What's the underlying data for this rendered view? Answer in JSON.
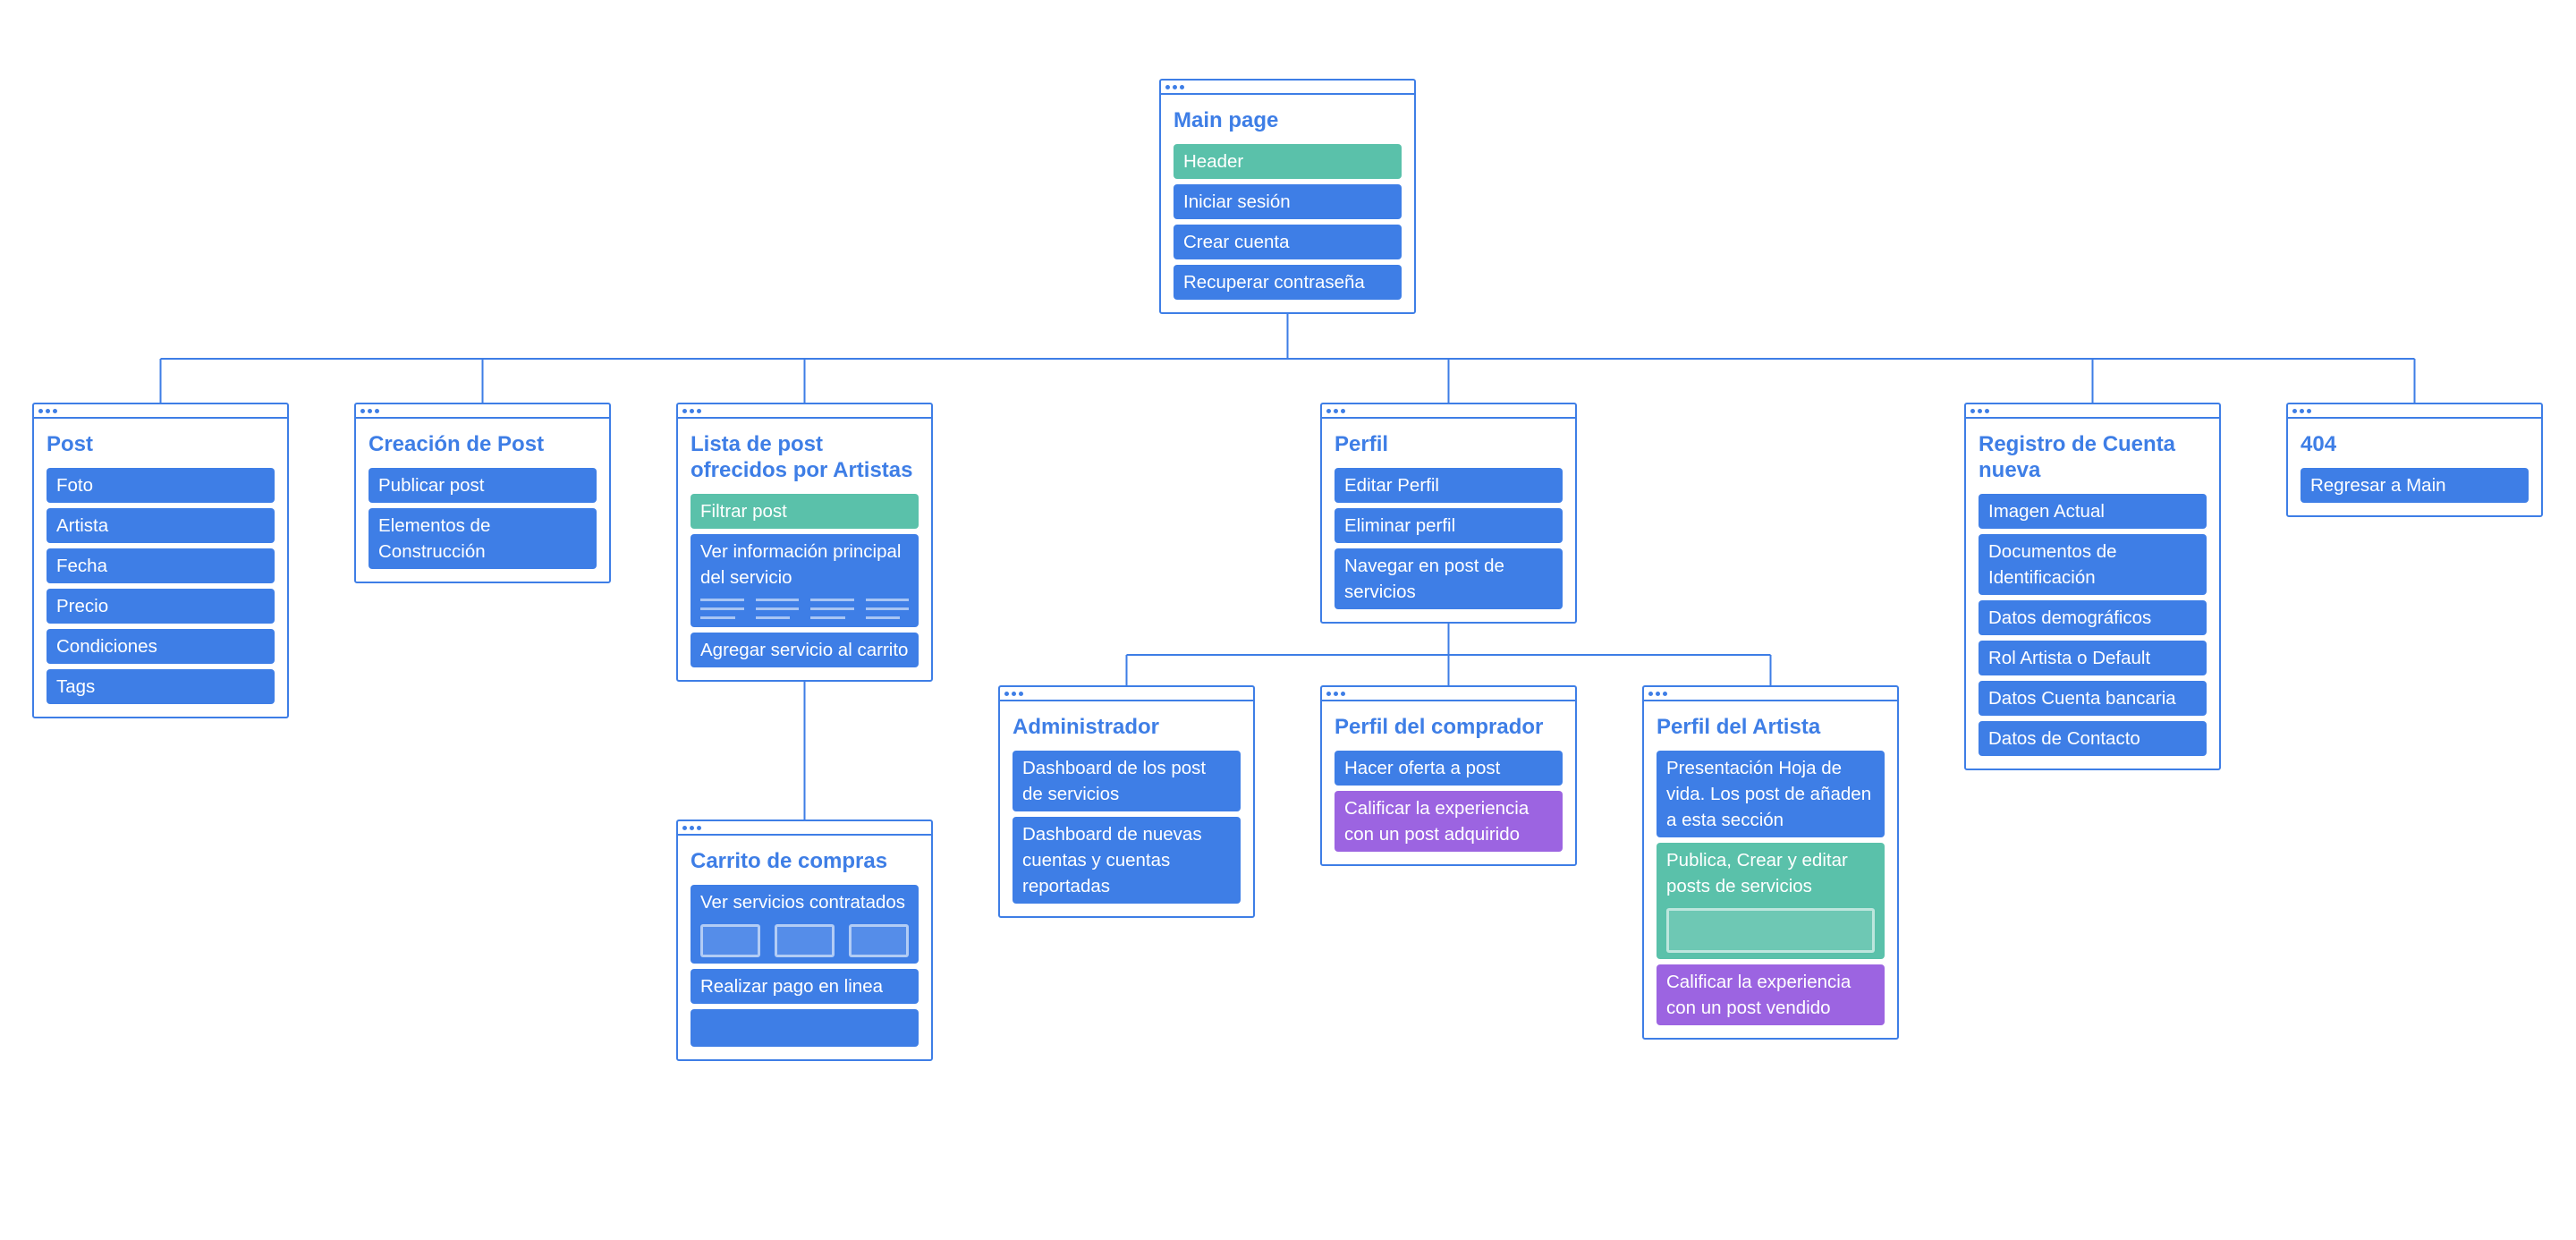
{
  "colors": {
    "primary": "#3e7ee6",
    "accent": "#5ac1aa",
    "secondary": "#9c64e1"
  },
  "cards": [
    {
      "id": "main-page",
      "title": "Main page",
      "items": [
        {
          "text": "Header",
          "color": "green"
        },
        {
          "text": "Iniciar sesión",
          "color": "blue"
        },
        {
          "text": "Crear cuenta",
          "color": "blue"
        },
        {
          "text": "Recuperar contraseña",
          "color": "blue"
        }
      ]
    },
    {
      "id": "post",
      "title": "Post",
      "items": [
        {
          "text": "Foto",
          "color": "blue"
        },
        {
          "text": "Artista",
          "color": "blue"
        },
        {
          "text": "Fecha",
          "color": "blue"
        },
        {
          "text": "Precio",
          "color": "blue"
        },
        {
          "text": "Condiciones",
          "color": "blue"
        },
        {
          "text": "Tags",
          "color": "blue"
        }
      ]
    },
    {
      "id": "creacion-post",
      "title": "Creación de Post",
      "items": [
        {
          "text": "Publicar post",
          "color": "blue"
        },
        {
          "text": "Elementos de Construcción",
          "color": "blue"
        }
      ]
    },
    {
      "id": "lista-post",
      "title": "Lista de post ofrecidos por Artistas",
      "items": [
        {
          "text": "Filtrar post",
          "color": "green"
        },
        {
          "text": "Ver información principal del servicio",
          "color": "blue",
          "placeholder": "lines"
        },
        {
          "text": "Agregar servicio al carrito",
          "color": "blue"
        }
      ]
    },
    {
      "id": "carrito",
      "title": "Carrito de compras",
      "items": [
        {
          "text": "Ver servicios contratados",
          "color": "blue",
          "placeholder": "boxes"
        },
        {
          "text": "Realizar pago en linea",
          "color": "blue"
        },
        {
          "text": "",
          "color": "blue"
        }
      ]
    },
    {
      "id": "perfil",
      "title": "Perfil",
      "items": [
        {
          "text": "Editar Perfil",
          "color": "blue"
        },
        {
          "text": "Eliminar perfil",
          "color": "blue"
        },
        {
          "text": "Navegar en post de servicios",
          "color": "blue"
        }
      ]
    },
    {
      "id": "administrador",
      "title": "Administrador",
      "items": [
        {
          "text": "Dashboard de los post de servicios",
          "color": "blue"
        },
        {
          "text": "Dashboard de nuevas cuentas y cuentas reportadas",
          "color": "blue"
        }
      ]
    },
    {
      "id": "perfil-comprador",
      "title": "Perfil del comprador",
      "items": [
        {
          "text": "Hacer oferta a post",
          "color": "blue"
        },
        {
          "text": "Calificar la experiencia con un post adquirido",
          "color": "purple"
        }
      ]
    },
    {
      "id": "perfil-artista",
      "title": "Perfil del Artista",
      "items": [
        {
          "text": "Presentación Hoja de vida. Los post de añaden a esta sección",
          "color": "blue"
        },
        {
          "text": "Publica, Crear y editar posts de servicios",
          "color": "green",
          "placeholder": "wide"
        },
        {
          "text": "Calificar la experiencia con un post vendido",
          "color": "purple"
        }
      ]
    },
    {
      "id": "registro",
      "title": "Registro de Cuenta nueva",
      "items": [
        {
          "text": "Imagen Actual",
          "color": "blue"
        },
        {
          "text": "Documentos de Identificación",
          "color": "blue"
        },
        {
          "text": "Datos demográficos",
          "color": "blue"
        },
        {
          "text": "Rol Artista o Default",
          "color": "blue"
        },
        {
          "text": "Datos Cuenta bancaria",
          "color": "blue"
        },
        {
          "text": "Datos de Contacto",
          "color": "blue"
        }
      ]
    },
    {
      "id": "404",
      "title": "404",
      "items": [
        {
          "text": "Regresar a Main",
          "color": "blue"
        }
      ]
    }
  ]
}
